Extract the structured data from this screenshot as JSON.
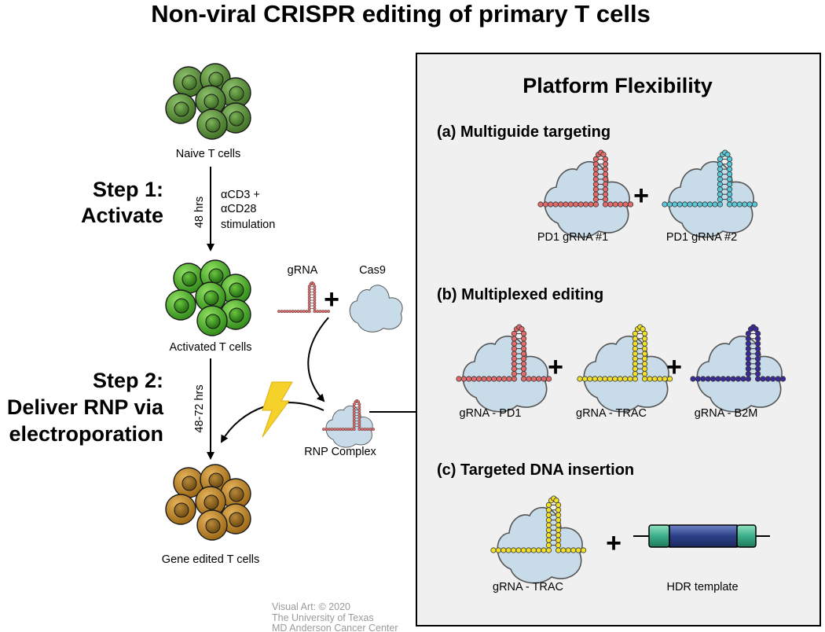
{
  "title": "Non-viral CRISPR editing of primary T cells",
  "steps": {
    "step1_line1": "Step 1:",
    "step1_line2": "Activate",
    "step2_line1": "Step 2:",
    "step2_line2": "Deliver RNP via",
    "step2_line3": "electroporation"
  },
  "cells": {
    "naive": "Naive T cells",
    "activated": "Activated T cells",
    "edited": "Gene edited T cells"
  },
  "durations": {
    "step1": "48 hrs",
    "step2": "48-72 hrs"
  },
  "stimulation": {
    "line1": "αCD3 +",
    "line2": "αCD28",
    "line3": "stimulation"
  },
  "rnp": {
    "grna": "gRNA",
    "cas9": "Cas9",
    "complex": "RNP Complex"
  },
  "platform": {
    "title": "Platform Flexibility",
    "section_a": {
      "heading": "(a) Multiguide targeting",
      "labels": [
        "PD1 gRNA #1",
        "PD1 gRNA #2"
      ]
    },
    "section_b": {
      "heading": "(b) Multiplexed editing",
      "labels": [
        "gRNA - PD1",
        "gRNA - TRAC",
        "gRNA - B2M"
      ]
    },
    "section_c": {
      "heading": "(c) Targeted DNA insertion",
      "labels": [
        "gRNA - TRAC",
        "HDR template"
      ]
    }
  },
  "plus_sign": "+",
  "credit": {
    "line1": "Visual Art: © 2020",
    "line2": "The University of Texas",
    "line3": "MD Anderson Cancer Center"
  },
  "colors": {
    "naive_cell": "#5e9a3a",
    "activated_cell": "#4fb12c",
    "edited_cell": "#c58a2a",
    "cas9": "#c8dbe9",
    "grna_pd1": "#e66a6a",
    "grna_pd1_alt": "#5bc8d8",
    "grna_trac": "#f2e02a",
    "grna_b2m": "#3a2a9a",
    "hdr_flank": "#3cae8a",
    "hdr_body": "#2c3f86",
    "lightning": "#f5d22a",
    "panel_bg": "#f0f0f0"
  }
}
